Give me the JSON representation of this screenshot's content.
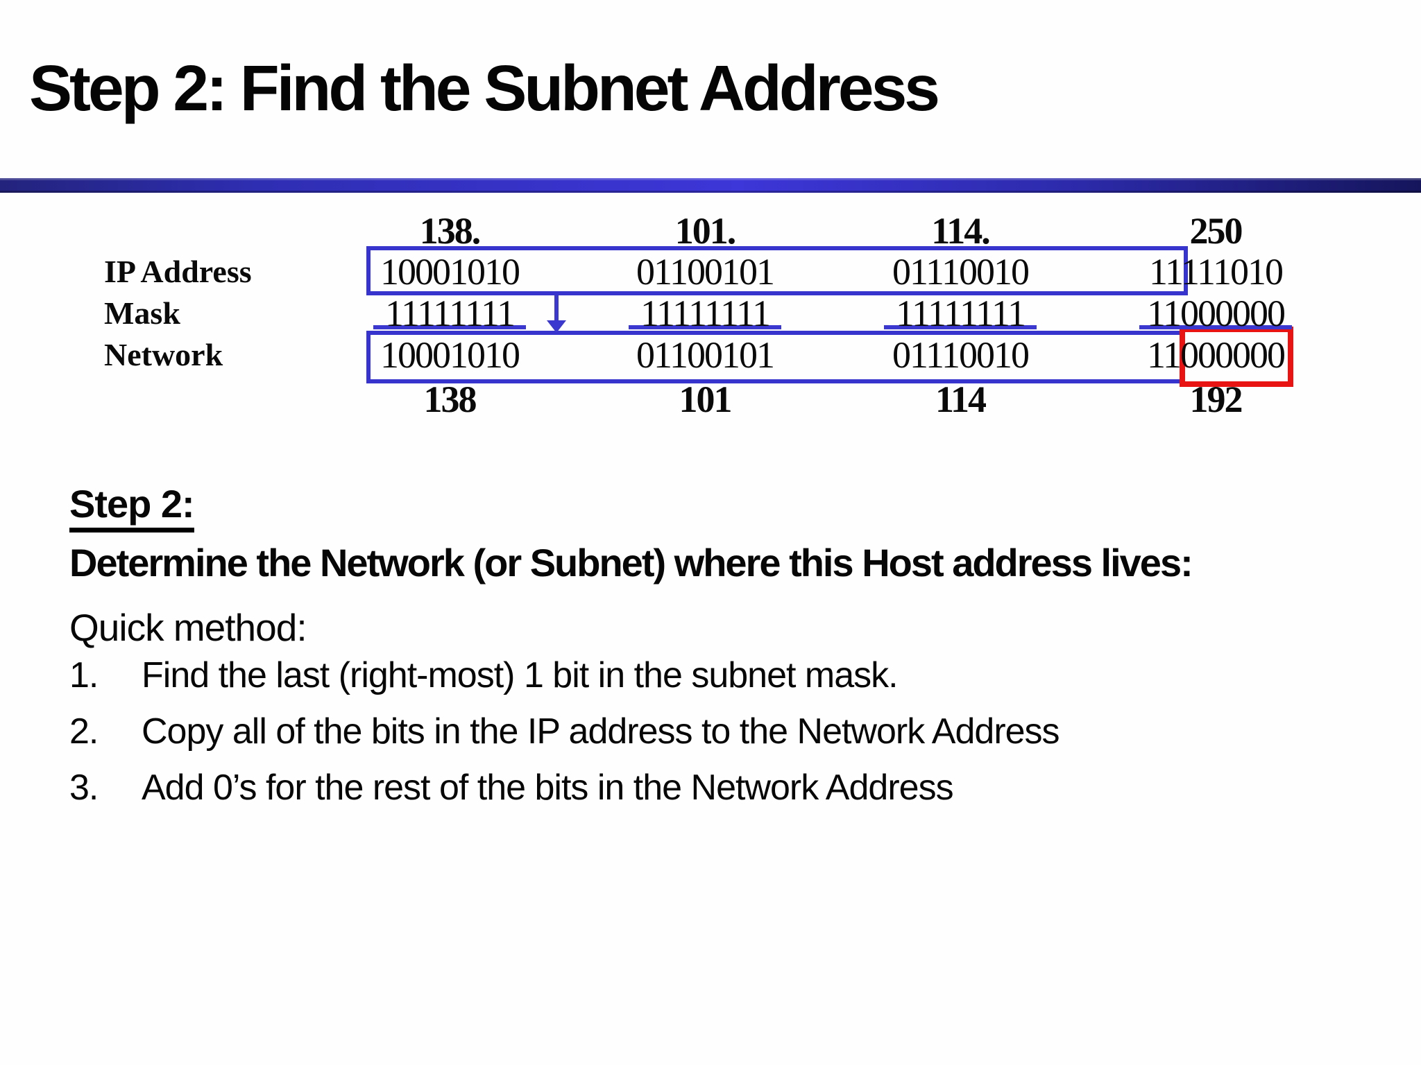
{
  "title": "Step 2: Find the Subnet Address",
  "table": {
    "octet_headers": [
      "138.",
      "101.",
      "114.",
      "250"
    ],
    "row_labels": {
      "ip": "IP Address",
      "mask": "Mask",
      "network": "Network"
    },
    "ip_octets": [
      "10001010",
      "01100101",
      "01110010"
    ],
    "ip_octet4_inside_box": "11",
    "ip_octet4_outside_box": "111010",
    "mask_octets": [
      "11111111",
      "11111111",
      "11111111",
      "11000000"
    ],
    "network_octets": [
      "10001010",
      "01100101",
      "01110010"
    ],
    "network_octet4_prefix": "11",
    "network_octet4_host_bits": "000000",
    "decimal_results": [
      "138",
      "101",
      "114",
      "192"
    ]
  },
  "body": {
    "step_heading": "Step 2:",
    "determine_line": "Determine the Network (or Subnet) where this Host address lives:",
    "quick_method_line": "Quick method:",
    "steps": [
      {
        "num": "1.",
        "text": "Find the last (right-most) 1 bit in the subnet mask."
      },
      {
        "num": "2.",
        "text": "Copy all of the bits in the IP address to the Network Address"
      },
      {
        "num": "3.",
        "text": "Add 0’s for the rest of the bits in the Network Address"
      }
    ]
  },
  "colors": {
    "accent_blue": "#3734cd",
    "highlight_red": "#e81414",
    "bar_dark_navy": "#15155c",
    "bar_bright_blue": "#3d36d8"
  }
}
